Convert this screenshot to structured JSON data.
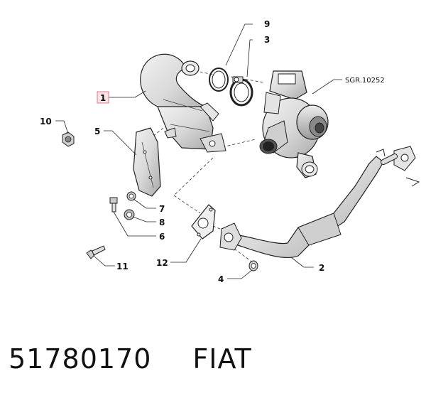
{
  "diagram": {
    "reference": "SGR.10252",
    "callouts": [
      {
        "id": "1",
        "label": "1",
        "highlighted": true
      },
      {
        "id": "2",
        "label": "2"
      },
      {
        "id": "3",
        "label": "3"
      },
      {
        "id": "4",
        "label": "4"
      },
      {
        "id": "5",
        "label": "5"
      },
      {
        "id": "6",
        "label": "6"
      },
      {
        "id": "7",
        "label": "7"
      },
      {
        "id": "8",
        "label": "8"
      },
      {
        "id": "9",
        "label": "9"
      },
      {
        "id": "10",
        "label": "10"
      },
      {
        "id": "11",
        "label": "11"
      },
      {
        "id": "12",
        "label": "12"
      }
    ]
  },
  "caption": {
    "part_number": "51780170",
    "brand": "FIAT"
  },
  "colors": {
    "highlight_border": "#e07a85",
    "highlight_fill": "#fbe3e6",
    "line": "#222222"
  }
}
